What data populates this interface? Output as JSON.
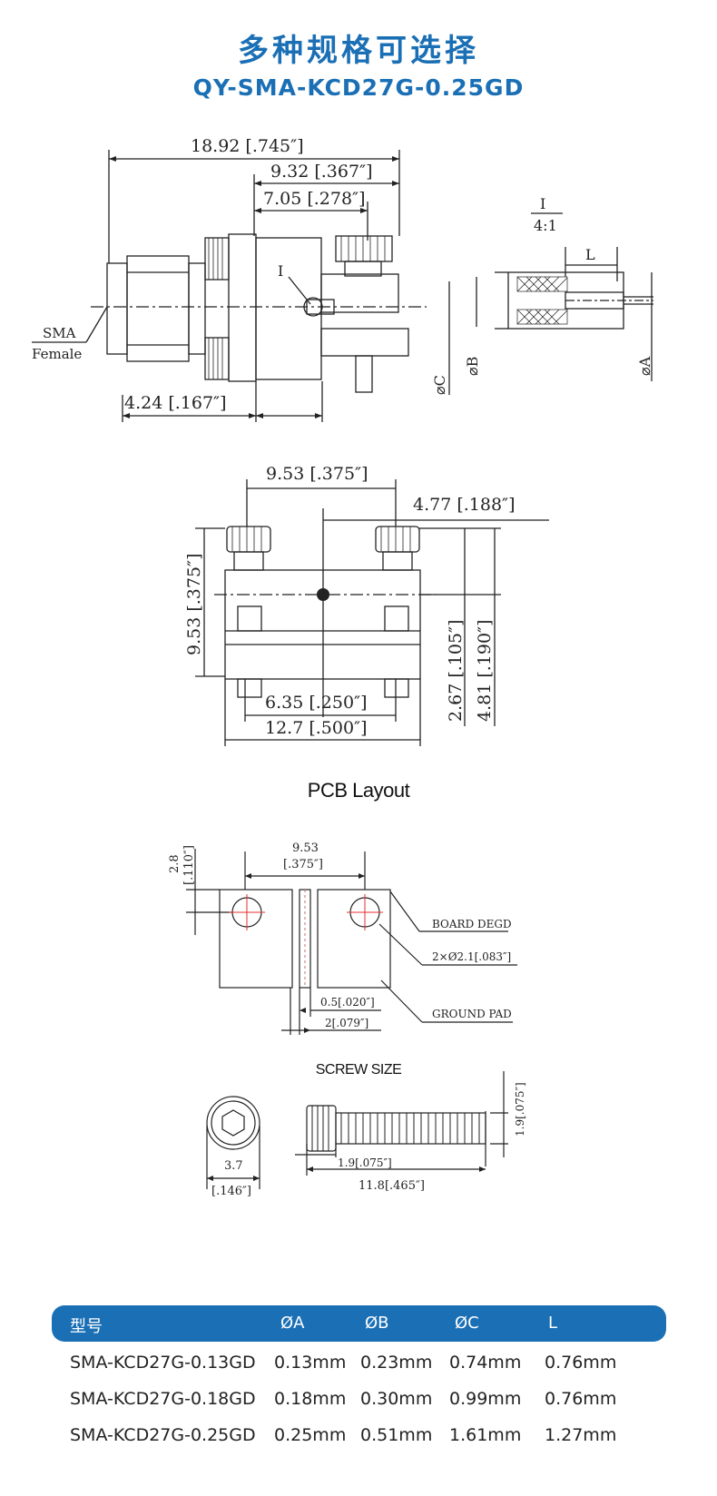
{
  "header": {
    "title_cn": "多种规格可选择",
    "model": "QY-SMA-KCD27G-0.25GD"
  },
  "side_view": {
    "dim_overall": "18.92 [.745″]",
    "dim_2": "9.32 [.367″]",
    "dim_3": "7.05 [.278″]",
    "dim_bottom": "4.24 [.167″]",
    "detail_mark": "I",
    "label_sma": "SMA",
    "label_female": "Female"
  },
  "detail_view": {
    "name": "I",
    "scale": "4:1",
    "label_l": "L",
    "label_a": "⌀A",
    "label_b": "⌀B",
    "label_c": "⌀C"
  },
  "front_view": {
    "dim_top": "9.53 [.375″]",
    "dim_half": "4.77 [.188″]",
    "dim_left": "9.53 [.375″]",
    "dim_bottom_inner": "6.35 [.250″]",
    "dim_bottom_outer": "12.7 [.500″]",
    "dim_right_1": "2.67 [.105″]",
    "dim_right_2": "4.81 [.190″]"
  },
  "pcb_layout": {
    "title": "PCB Layout",
    "dim_pitch_mm": "9.53",
    "dim_pitch_in": "[.375″]",
    "dim_side_mm": "2.8",
    "dim_side_in": "[.110″]",
    "label_board": "BOARD DEGD",
    "label_holes": "2×Ø2.1[.083″]",
    "label_ground": "GROUND PAD",
    "dim_trace": "0.5[.020″]",
    "dim_gap": "2[.079″]"
  },
  "screw": {
    "title": "SCREW SIZE",
    "dim_head_dia_mm": "3.7",
    "dim_head_dia_in": "[.146″]",
    "dim_head_len": "1.9[.075″]",
    "dim_total_len": "11.8[.465″]",
    "dim_thread_dia": "1.9[.075″]"
  },
  "table": {
    "headers": [
      "型号",
      "ØA",
      "ØB",
      "ØC",
      "L"
    ],
    "rows": [
      [
        "SMA-KCD27G-0.13GD",
        "0.13mm",
        "0.23mm",
        "0.74mm",
        "0.76mm"
      ],
      [
        "SMA-KCD27G-0.18GD",
        "0.18mm",
        "0.30mm",
        "0.99mm",
        "0.76mm"
      ],
      [
        "SMA-KCD27G-0.25GD",
        "0.25mm",
        "0.51mm",
        "1.61mm",
        "1.27mm"
      ]
    ]
  },
  "colors": {
    "accent": "#1a6fb5",
    "line": "#222222",
    "red_center": "#e03030"
  }
}
